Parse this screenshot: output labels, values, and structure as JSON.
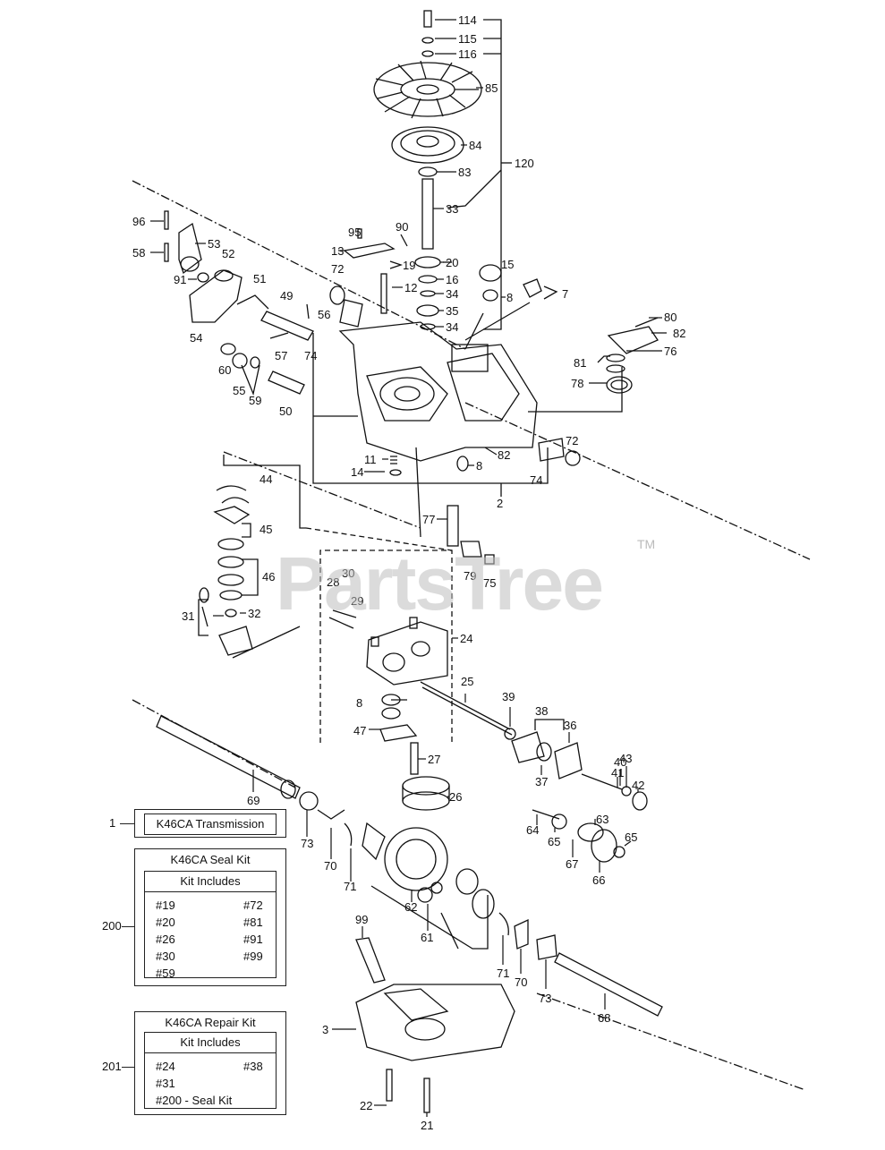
{
  "watermark": {
    "text": "PartsTree",
    "tm": "TM"
  },
  "callouts": [
    "114",
    "115",
    "116",
    "85",
    "84",
    "83",
    "120",
    "33",
    "20",
    "16",
    "34",
    "35",
    "34",
    "95",
    "90",
    "13",
    "19",
    "15",
    "8",
    "7",
    "12",
    "96",
    "58",
    "53",
    "52",
    "91",
    "72",
    "51",
    "49",
    "56",
    "54",
    "74",
    "60",
    "55",
    "59",
    "57",
    "50",
    "80",
    "82",
    "76",
    "81",
    "78",
    "11",
    "14",
    "8",
    "82",
    "72",
    "74",
    "2",
    "44",
    "45",
    "46",
    "31",
    "32",
    "77",
    "79",
    "75",
    "30",
    "28",
    "29",
    "24",
    "25",
    "8",
    "47",
    "27",
    "26",
    "39",
    "38",
    "36",
    "37",
    "40",
    "41",
    "43",
    "42",
    "69",
    "73",
    "70",
    "71",
    "62",
    "61",
    "64",
    "65",
    "67",
    "63",
    "66",
    "65",
    "99",
    "71",
    "70",
    "73",
    "68",
    "3",
    "22",
    "21"
  ],
  "boxes": {
    "transmission": {
      "number": "1",
      "title": "K46CA Transmission"
    },
    "seal_kit": {
      "number": "200",
      "title": "K46CA Seal Kit",
      "subtitle": "Kit Includes",
      "left_items": [
        "#19",
        "#20",
        "#26",
        "#30",
        "#59"
      ],
      "right_items": [
        "#72",
        "#81",
        "#91",
        "#99"
      ]
    },
    "repair_kit": {
      "number": "201",
      "title": "K46CA Repair Kit",
      "subtitle": "Kit Includes",
      "left_items": [
        "#24",
        "#31",
        "#200 - Seal Kit"
      ],
      "right_items": [
        "#38"
      ]
    }
  }
}
